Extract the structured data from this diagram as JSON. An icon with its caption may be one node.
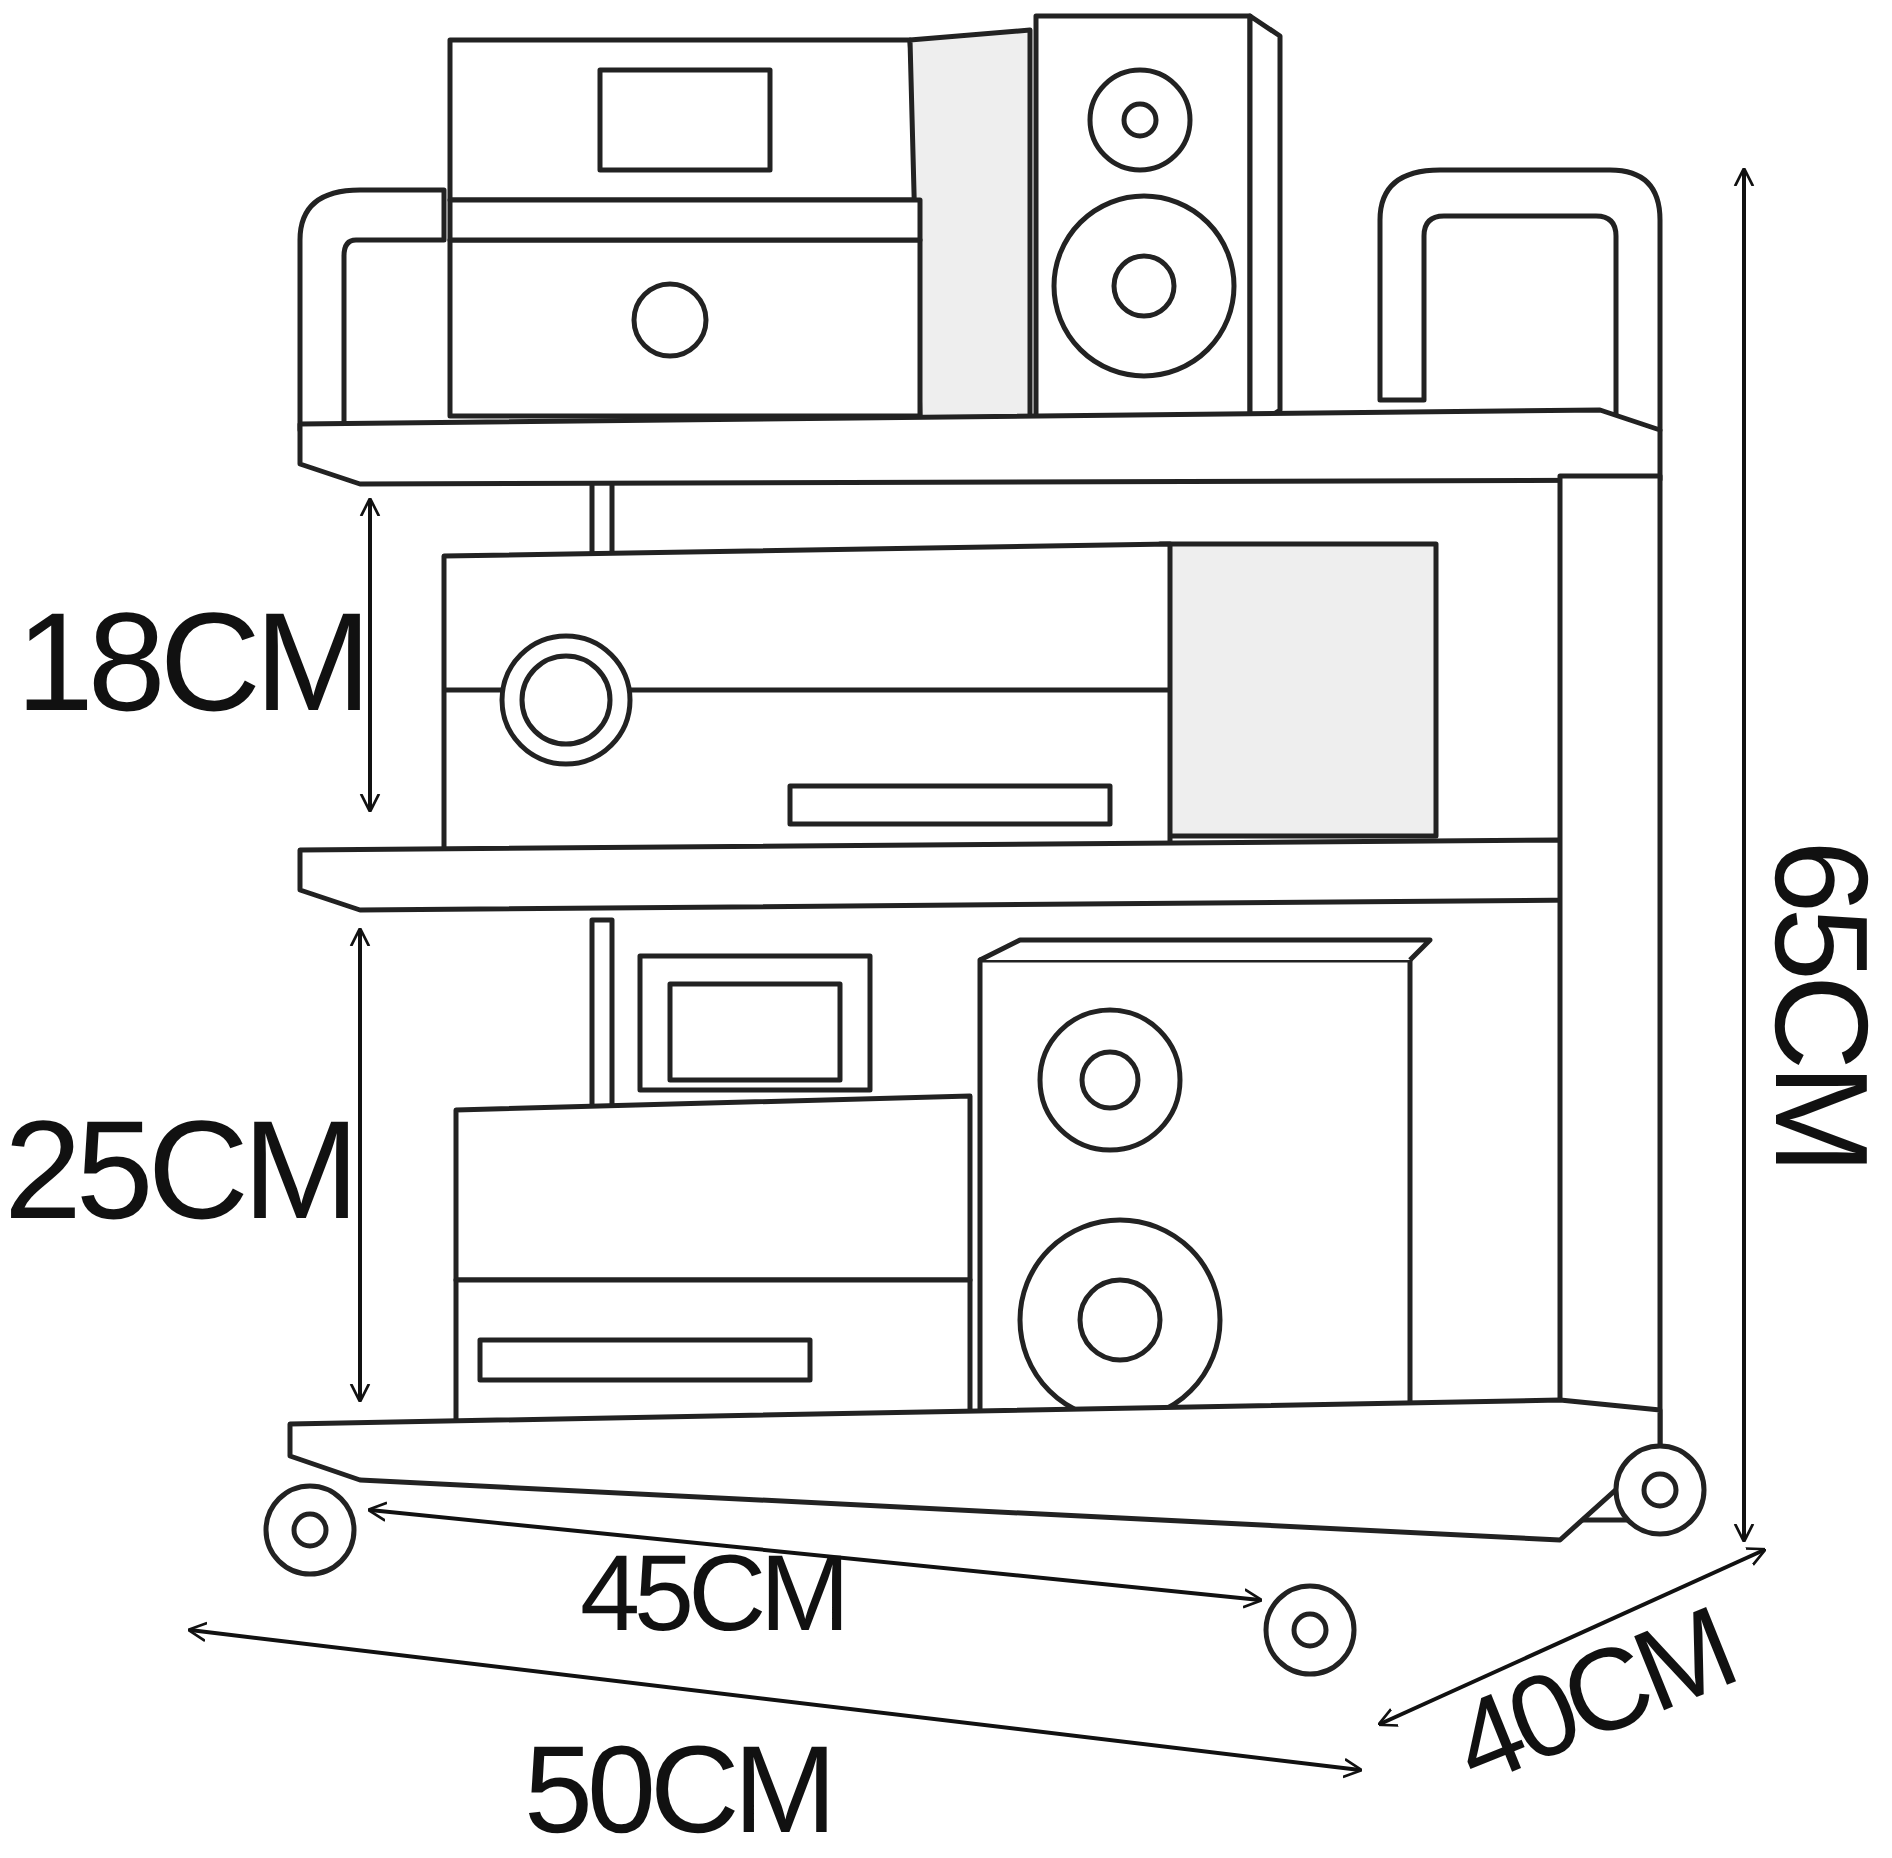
{
  "diagram": {
    "labels": [
      "18CM",
      "25CM",
      "65CM",
      "45CM",
      "50CM",
      "40CM"
    ]
  }
}
